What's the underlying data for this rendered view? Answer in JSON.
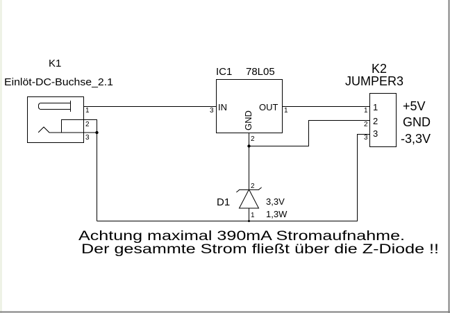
{
  "k1": {
    "ref": "K1",
    "name": "Einlöt-DC-Buchse_2.1",
    "pins": [
      "1",
      "2",
      "3"
    ]
  },
  "ic1": {
    "ref": "IC1",
    "value": "78L05",
    "in_label": "IN",
    "out_label": "OUT",
    "gnd_label": "GND",
    "in_pin": "3",
    "out_pin": "1",
    "gnd_pin": "2"
  },
  "k2": {
    "ref": "K2",
    "name": "JUMPER3",
    "pins": [
      "1",
      "2",
      "3"
    ],
    "pin_labels": [
      "+5V",
      "GND",
      "-3,3V"
    ]
  },
  "d1": {
    "ref": "D1",
    "voltage": "3,3V",
    "power": "1,3W",
    "pin_top": "2",
    "pin_bottom": "1"
  },
  "notes": [
    "Achtung maximal 390mA Stromaufnahme.",
    "Der gesammte Strom fließt über die Z-Diode !!"
  ]
}
